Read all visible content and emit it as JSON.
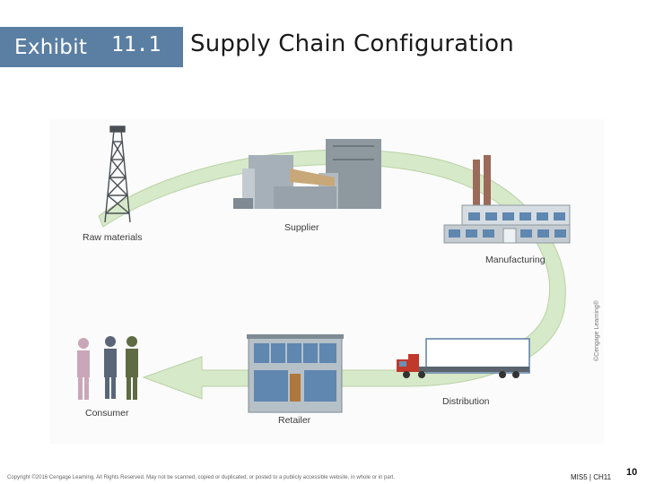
{
  "header": {
    "exhibit_word": "Exhibit",
    "exhibit_number": "11.1",
    "title": "Supply Chain Configuration"
  },
  "diagram": {
    "stages": [
      {
        "id": "raw-materials",
        "label": "Raw materials",
        "icon": "oil-derrick-icon"
      },
      {
        "id": "supplier",
        "label": "Supplier",
        "icon": "supplier-factory-icon"
      },
      {
        "id": "manufacturing",
        "label": "Manufacturing",
        "icon": "manufacturing-plant-icon"
      },
      {
        "id": "distribution",
        "label": "Distribution",
        "icon": "truck-icon"
      },
      {
        "id": "retailer",
        "label": "Retailer",
        "icon": "store-building-icon"
      },
      {
        "id": "consumer",
        "label": "Consumer",
        "icon": "people-icon"
      }
    ],
    "credit": "©Cengage Learning®",
    "colors": {
      "arrow": "#d6e9c8",
      "arrow_outline": "#b9d2a6",
      "building": "#a9b4bd",
      "window": "#5f87b0"
    }
  },
  "footer": {
    "copyright": "Copyright ©2016 Cengage Learning. All Rights Reserved. May not be scanned, copied or duplicated, or posted to a publicly accessible website, in whole or in part.",
    "course": "MIS5 | CH11",
    "page": "10"
  }
}
